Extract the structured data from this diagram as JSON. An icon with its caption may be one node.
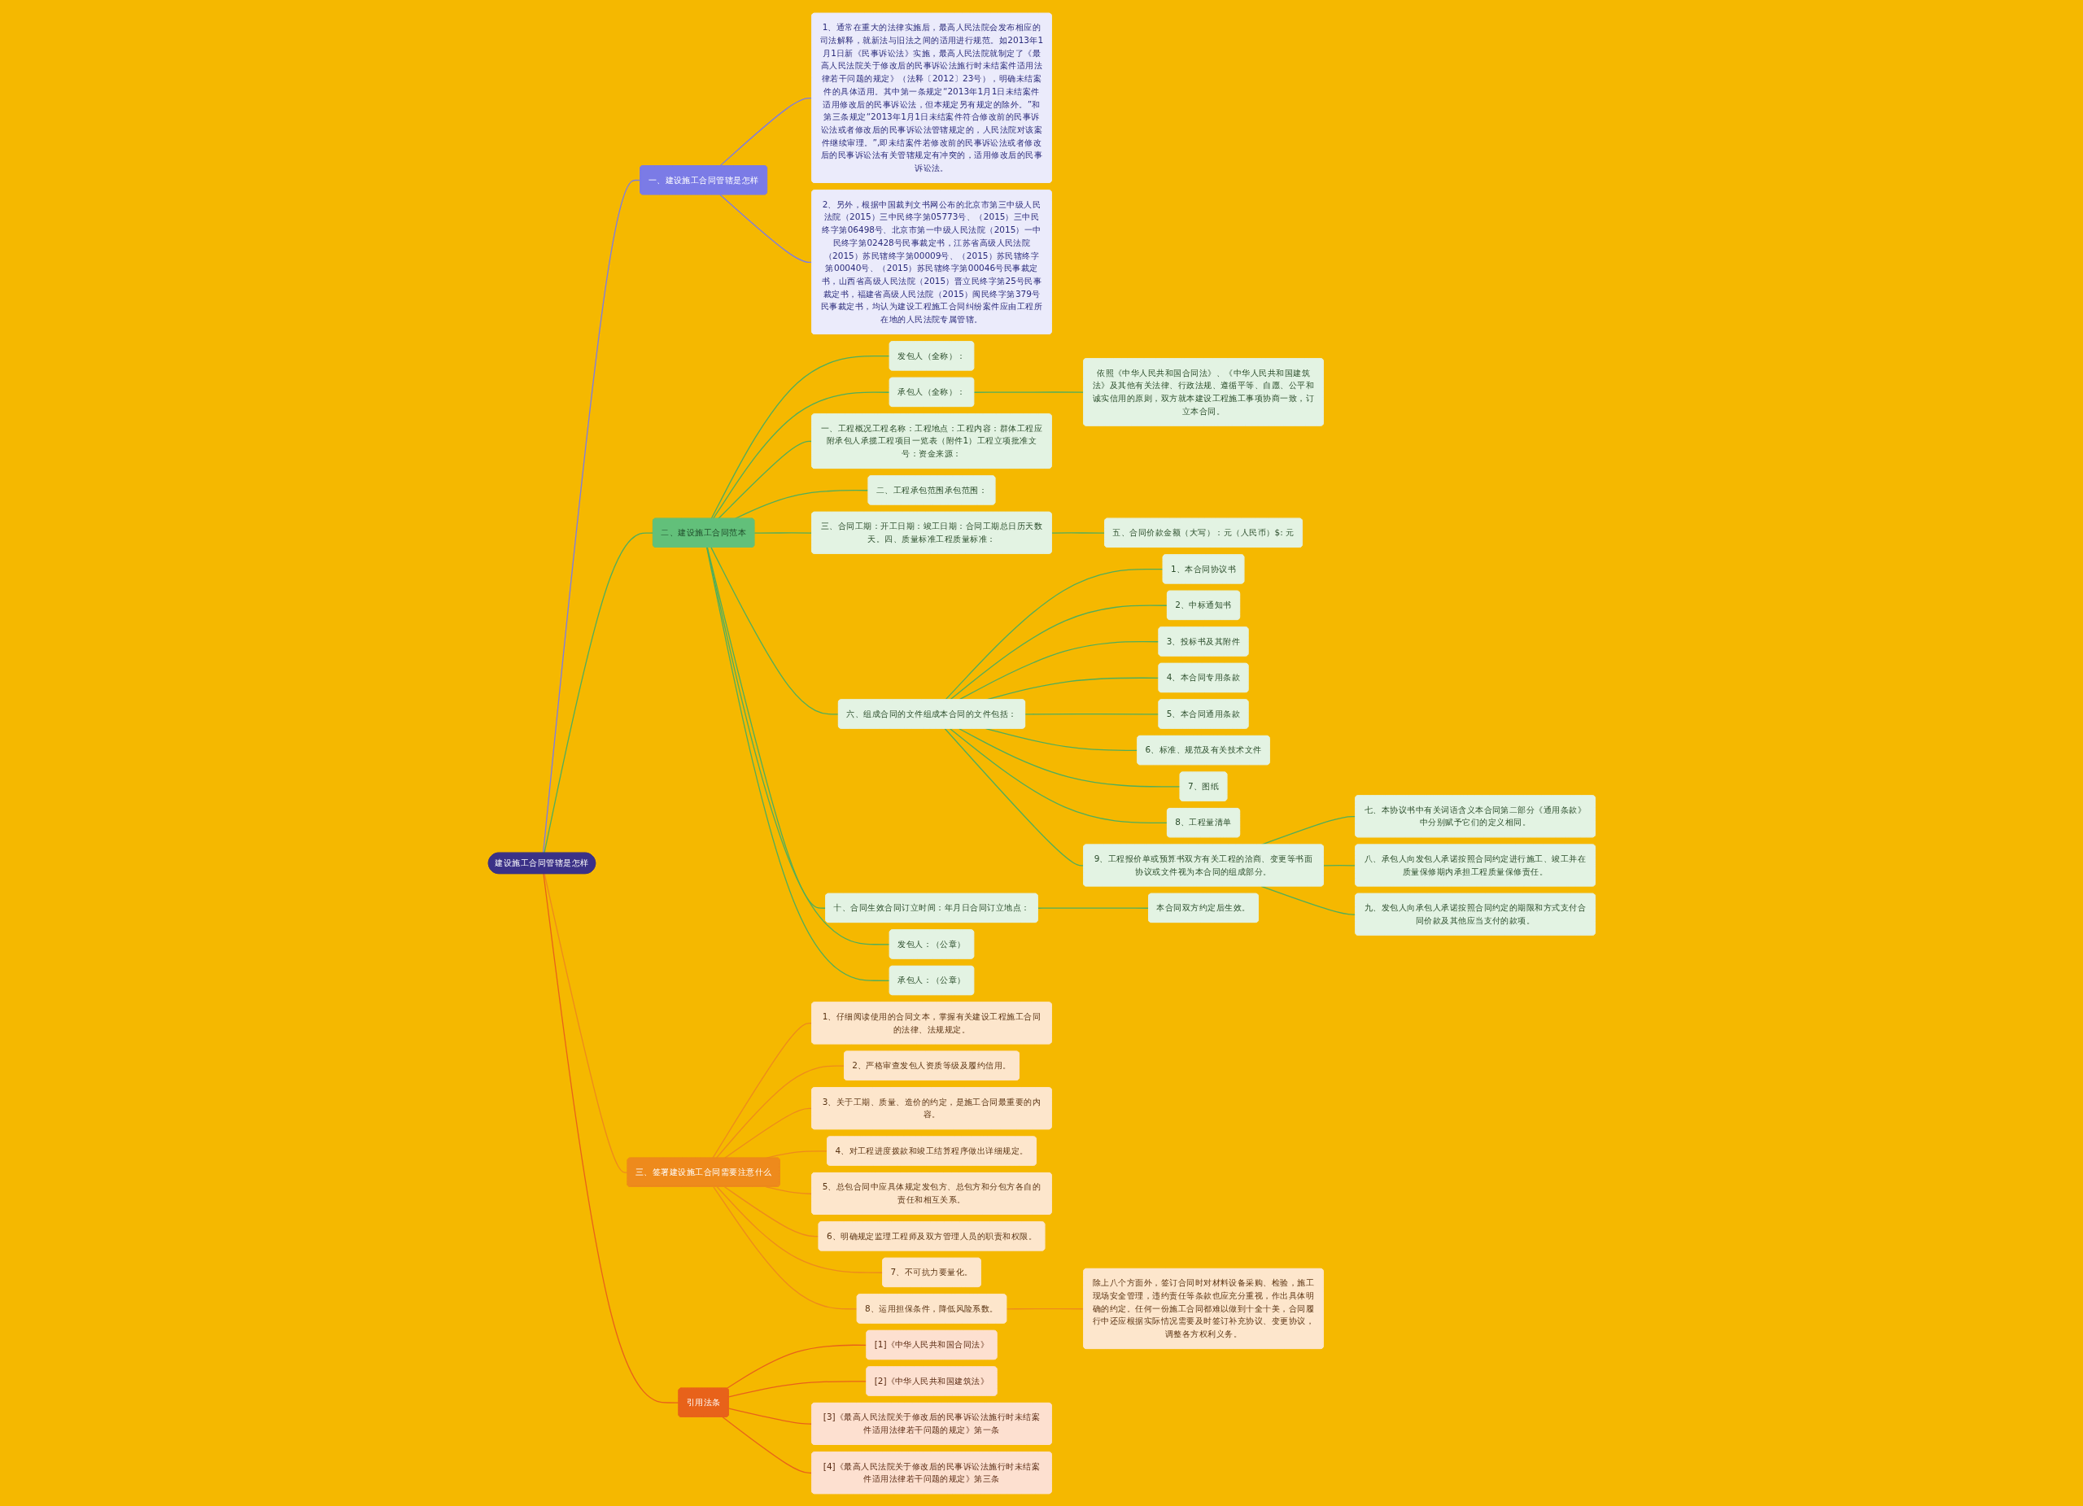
{
  "diagram": {
    "nodes": [
      {
        "text": [
          "建设施工合同管辖是怎样"
        ]
      },
      {
        "text": [
          "一、建设施工合同管辖是怎样"
        ]
      },
      {
        "text": [
          "1、通常在重大的法律实施后，最高人民法院会发布相应的司法解释，就新法与旧法之间的适用进行规范。如2013年1月1日新《民事诉讼法》实施，最高人民法院就制定了《最高人民法院关于修改后的民事诉讼法施行时未结案件适用法律若干问题的规定》（法释〔2012〕23号），明确未结案件的具体适用。其中第一条规定“2013年1月1日未结案件适用修改后的民事诉讼法，但本规定另有规定的除外。”和第三条规定“2013年1月1日未结案件符合修改前的民事诉讼法或者修改后的民事诉讼法管辖规定的，人民法院对该案件继续审理。”,即未结案件若修改前的民事诉讼法或者修改后的民事诉讼法有关管辖规定有冲突的，适用修改后的民事诉讼法。"
        ]
      },
      {
        "text": [
          "2、另外，根据中国裁判文书网公布的北京市第三中级人民法院（2015）三中民终字第05773号、（2015）三中民终字第06498号、北京市第一中级人民法院（2015）一中民终字第02428号民事裁定书，江苏省高级人民法院（2015）苏民辖终字第00009号、（2015）苏民辖终字第00040号、（2015）苏民辖终字第00046号民事裁定书，山西省高级人民法院（2015）晋立民终字第25号民事裁定书，福建省高级人民法院（2015）闽民终字第379号民事裁定书，均认为建设工程施工合同纠纷案件应由工程所在地的人民法院专属管辖。"
        ]
      },
      {
        "text": [
          "二、建设施工合同范本"
        ]
      },
      {
        "text": [
          "发包人（全称）："
        ]
      },
      {
        "text": [
          "承包人（全称）："
        ]
      },
      {
        "text": [
          "依照《中华人民共和国合同法》、《中华人民共和国建筑法》及其他有关法律、行政法规、遵循平等、自愿、公平和诚实信用的原则，双方就本建设工程施工事项协商一致，订立本合同。"
        ]
      },
      {
        "text": [
          "一、工程概况工程名称：工程地点：工程内容：群体工程应附承包人承揽工程项目一览表（附件1）工程立项批准文号：资金来源："
        ]
      },
      {
        "text": [
          "二、工程承包范围承包范围："
        ]
      },
      {
        "text": [
          "三、合同工期：开工日期：竣工日期：合同工期总日历天数天。四、质量标准工程质量标准："
        ]
      },
      {
        "text": [
          "五、合同价款金额（大写）：元（人民币）$: 元"
        ]
      },
      {
        "text": [
          "六、组成合同的文件组成本合同的文件包括："
        ]
      },
      {
        "text": [
          "1、本合同协议书"
        ]
      },
      {
        "text": [
          "2、中标通知书"
        ]
      },
      {
        "text": [
          "3、投标书及其附件"
        ]
      },
      {
        "text": [
          "4、本合同专用条款"
        ]
      },
      {
        "text": [
          "5、本合同通用条款"
        ]
      },
      {
        "text": [
          "6、标准、规范及有关技术文件"
        ]
      },
      {
        "text": [
          "7、图纸"
        ]
      },
      {
        "text": [
          "8、工程量清单"
        ]
      },
      {
        "text": [
          "9、工程报价单或预算书双方有关工程的洽商、变更等书面协议或文件视为本合同的组成部分。"
        ]
      },
      {
        "text": [
          "七、本协议书中有关词语含义本合同第二部分《通用条款》中分别赋予它们的定义相同。"
        ]
      },
      {
        "text": [
          "八、承包人向发包人承诺按照合同约定进行施工、竣工并在质量保修期内承担工程质量保修责任。"
        ]
      },
      {
        "text": [
          "九、发包人向承包人承诺按照合同约定的期限和方式支付合同价款及其他应当支付的款项。"
        ]
      },
      {
        "text": [
          "十、合同生效合同订立时间：年月日合同订立地点："
        ]
      },
      {
        "text": [
          "本合同双方约定后生效。"
        ]
      },
      {
        "text": [
          "发包人：（公章）"
        ]
      },
      {
        "text": [
          "承包人：（公章）"
        ]
      },
      {
        "text": [
          "三、签署建设施工合同需要注意什么"
        ]
      },
      {
        "text": [
          "1、仔细阅读使用的合同文本，掌握有关建设工程施工合同的法律、法规规定。"
        ]
      },
      {
        "text": [
          "2、严格审查发包人资质等级及履约信用。"
        ]
      },
      {
        "text": [
          "3、关于工期、质量、造价的约定，是施工合同最重要的内容。"
        ]
      },
      {
        "text": [
          "4、对工程进度拨款和竣工结算程序做出详细规定。"
        ]
      },
      {
        "text": [
          "5、总包合同中应具体规定发包方、总包方和分包方各自的责任和相互关系。"
        ]
      },
      {
        "text": [
          "6、明确规定监理工程师及双方管理人员的职责和权限。"
        ]
      },
      {
        "text": [
          "7、不可抗力要量化。"
        ]
      },
      {
        "text": [
          "8、运用担保条件，降低风险系数。"
        ]
      },
      {
        "text": [
          "除上八个方面外，签订合同时对材料设备采购、检验，施工现场安全管理，违约责任等条款也应充分重视，作出具体明确的约定。任何一份施工合同都难以做到十全十美，合同履行中还应根据实际情况需要及时签订补充协议、变更协议，调整各方权利义务。"
        ]
      },
      {
        "text": [
          "引用法条"
        ]
      },
      {
        "text": [
          "[1]《中华人民共和国合同法》"
        ]
      },
      {
        "text": [
          "[2]《中华人民共和国建筑法》"
        ]
      },
      {
        "text": [
          "[3]《最高人民法院关于修改后的民事诉讼法施行时未结案件适用法律若干问题的规定》第一条"
        ]
      },
      {
        "text": [
          "[4]《最高人民法院关于修改后的民事诉讼法施行时未结案件适用法律若干问题的规定》第三条"
        ]
      }
    ],
    "edges": [
      {
        "from": 0,
        "to": 1,
        "arrow": "none",
        "color": "#7b7be6"
      },
      {
        "from": 1,
        "to": 2,
        "arrow": "none",
        "color": "#7b7be6"
      },
      {
        "from": 1,
        "to": 3,
        "arrow": "none",
        "color": "#7b7be6"
      },
      {
        "from": 0,
        "to": 4,
        "arrow": "none"
      },
      {
        "from": 4,
        "to": 5,
        "arrow": "none"
      },
      {
        "from": 4,
        "to": 6,
        "arrow": "none"
      },
      {
        "from": 6,
        "to": 7,
        "arrow": "none"
      },
      {
        "from": 4,
        "to": 8,
        "arrow": "none"
      },
      {
        "from": 4,
        "to": 9,
        "arrow": "none"
      },
      {
        "from": 4,
        "to": 10,
        "arrow": "none"
      },
      {
        "from": 10,
        "to": 11,
        "arrow": "none"
      },
      {
        "from": 4,
        "to": 12,
        "arrow": "none"
      },
      {
        "from": 12,
        "to": 13,
        "arrow": "none"
      },
      {
        "from": 12,
        "to": 14,
        "arrow": "none"
      },
      {
        "from": 12,
        "to": 15,
        "arrow": "none"
      },
      {
        "from": 12,
        "to": 16,
        "arrow": "none"
      },
      {
        "from": 12,
        "to": 17,
        "arrow": "none"
      },
      {
        "from": 12,
        "to": 18,
        "arrow": "none"
      },
      {
        "from": 12,
        "to": 19,
        "arrow": "none"
      },
      {
        "from": 12,
        "to": 20,
        "arrow": "none"
      },
      {
        "from": 12,
        "to": 21,
        "arrow": "none"
      },
      {
        "from": 21,
        "to": 22,
        "arrow": "none"
      },
      {
        "from": 21,
        "to": 23,
        "arrow": "none"
      },
      {
        "from": 21,
        "to": 24,
        "arrow": "none"
      },
      {
        "from": 4,
        "to": 25,
        "arrow": "none"
      },
      {
        "from": 25,
        "to": 26,
        "arrow": "none"
      },
      {
        "from": 4,
        "to": 27,
        "arrow": "none"
      },
      {
        "from": 4,
        "to": 28,
        "arrow": "none"
      },
      {
        "from": 0,
        "to": 29,
        "arrow": "none",
        "color": "#ee8a1c"
      },
      {
        "from": 29,
        "to": 30,
        "arrow": "none",
        "color": "#ee8a1c"
      },
      {
        "from": 29,
        "to": 31,
        "arrow": "none",
        "color": "#ee8a1c"
      },
      {
        "from": 29,
        "to": 32,
        "arrow": "none",
        "color": "#ee8a1c"
      },
      {
        "from": 29,
        "to": 33,
        "arrow": "none",
        "color": "#ee8a1c"
      },
      {
        "from": 29,
        "to": 34,
        "arrow": "none",
        "color": "#ee8a1c"
      },
      {
        "from": 29,
        "to": 35,
        "arrow": "none",
        "color": "#ee8a1c"
      },
      {
        "from": 29,
        "to": 36,
        "arrow": "none",
        "color": "#ee8a1c"
      },
      {
        "from": 29,
        "to": 37,
        "arrow": "none",
        "color": "#ee8a1c"
      },
      {
        "from": 37,
        "to": 38,
        "arrow": "none",
        "color": "#ee8a1c"
      },
      {
        "from": 0,
        "to": 39,
        "arrow": "none",
        "color": "#e8621a"
      },
      {
        "from": 39,
        "to": 40,
        "arrow": "none",
        "color": "#e8621a"
      },
      {
        "from": 39,
        "to": 41,
        "arrow": "none",
        "color": "#e8621a"
      },
      {
        "from": 39,
        "to": 42,
        "arrow": "none",
        "color": "#e8621a"
      },
      {
        "from": 39,
        "to": 43,
        "arrow": "none",
        "color": "#e8621a"
      }
    ]
  }
}
